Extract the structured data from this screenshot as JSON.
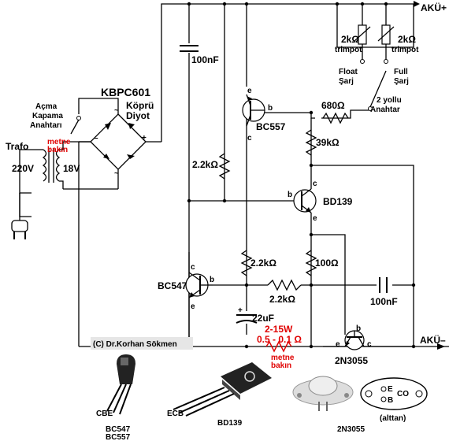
{
  "labels": {
    "aku_plus": "AKÜ+",
    "aku_minus": "AKÜ–",
    "bridge_part": "KBPC601",
    "bridge_name_1": "Köprü",
    "bridge_name_2": "Diyot",
    "switch_1": "Açma",
    "switch_2": "Kapama",
    "switch_3": "Anahtarı",
    "trafo": "Trafo",
    "metne_1": "metne",
    "metne_2": "bakın",
    "v220": "220V",
    "v18": "18V",
    "cap_top": "100nF",
    "trim1": "2kΩ",
    "trim1_sub": "trimpot",
    "trim2": "2kΩ",
    "trim2_sub": "trimpot",
    "float_1": "Float",
    "float_2": "Şarj",
    "full_1": "Full",
    "full_2": "Şarj",
    "r680": "680Ω",
    "switch2_1": "2 yollu",
    "switch2_2": "Anahtar",
    "q_bc557": "BC557",
    "r39k": "39kΩ",
    "r22k_a": "2.2kΩ",
    "q_bd139": "BD139",
    "r22k_b": "2.2kΩ",
    "r100": "100Ω",
    "q_bc547": "BC547",
    "r22k_c": "2.2kΩ",
    "cap_mid": "100nF",
    "cap_22u": "22uF",
    "rsense_1": "2-15W",
    "rsense_2": "0.5 - 0.1 Ω",
    "rsense_note_1": "metne",
    "rsense_note_2": "bakın",
    "q_2n3055": "2N3055",
    "copyright": "(C) Dr.Korhan Sökmen",
    "pkg_bc": "BC547",
    "pkg_bc2": "BC557",
    "pkg_bd": "BD139",
    "pkg_2n": "2N3055",
    "pkg_bottom": "(alttan)",
    "pin_e": "e",
    "pin_b": "b",
    "pin_c": "c",
    "pkg_pins_bc": "CBE",
    "pkg_pins_bd": "ECB",
    "pkg_pin_E": "E",
    "pkg_pin_B": "B",
    "pkg_pin_C": "C",
    "pkg_pin_CO": "CO",
    "plus": "+",
    "minus": "–"
  },
  "colors": {
    "wire": "#000000",
    "note_red": "#e00000",
    "copyright_bg": "#e6e6e6"
  }
}
